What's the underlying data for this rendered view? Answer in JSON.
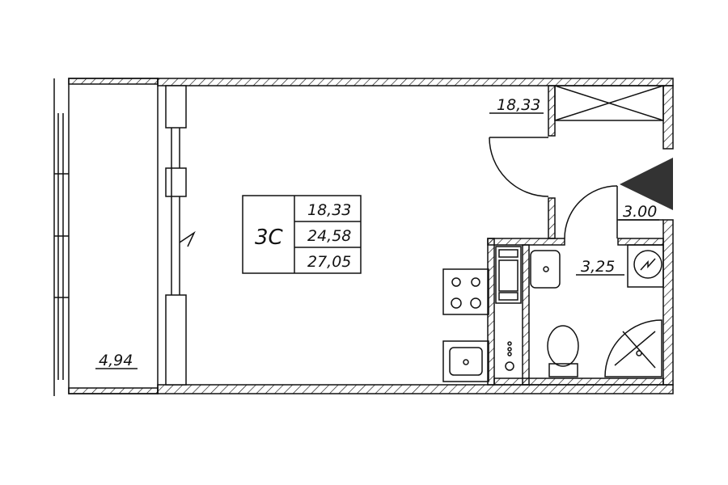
{
  "plan": {
    "apartment_type": "3С",
    "area_living": "18,33",
    "area_total": "24,58",
    "area_with_balcony": "27,05",
    "rooms": {
      "main_room": "18,33",
      "hall": "3.00",
      "bathroom": "3,25",
      "balcony": "4,94"
    }
  },
  "colors": {
    "line": "#111111",
    "entrance_marker": "#333333"
  }
}
